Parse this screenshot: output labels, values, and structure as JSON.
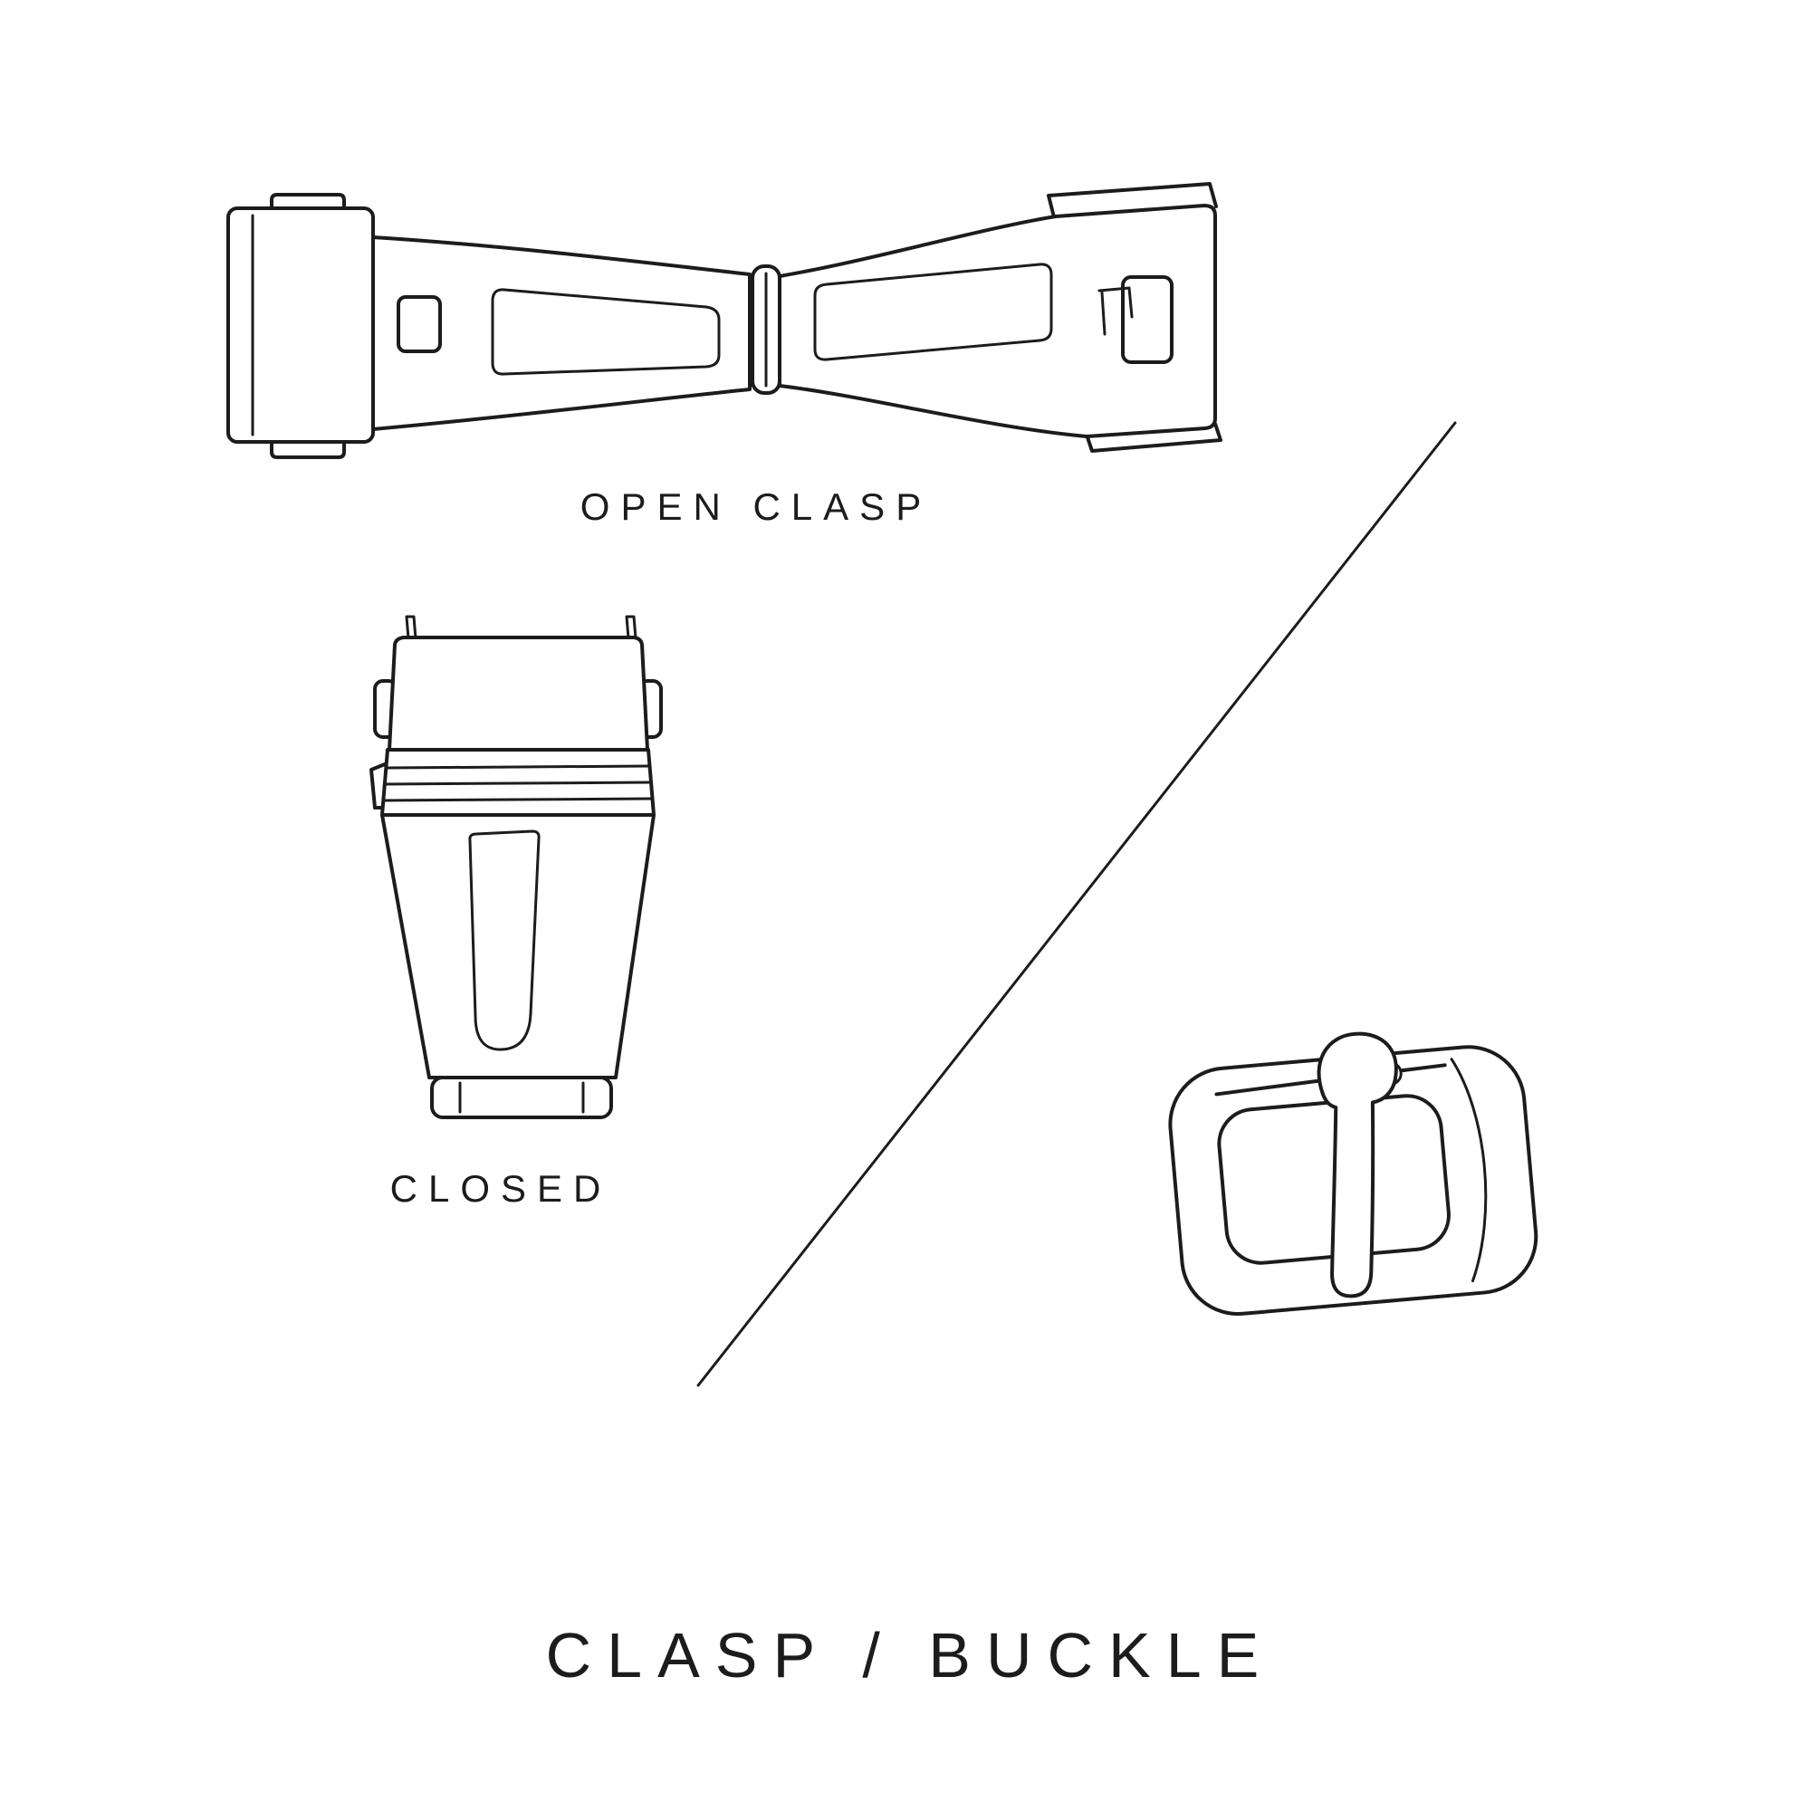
{
  "page": {
    "background_color": "#ffffff",
    "line_color": "#1c1c1c"
  },
  "title": "CLASP / BUCKLE",
  "figures": {
    "open_clasp": {
      "label": "OPEN CLASP",
      "illustration": "open-deployant-clasp-line-drawing"
    },
    "closed_clasp": {
      "label": "CLOSED",
      "illustration": "closed-deployant-clasp-line-drawing"
    },
    "buckle": {
      "illustration": "tang-buckle-line-drawing"
    },
    "divider": {
      "illustration": "diagonal-divider-line"
    }
  }
}
